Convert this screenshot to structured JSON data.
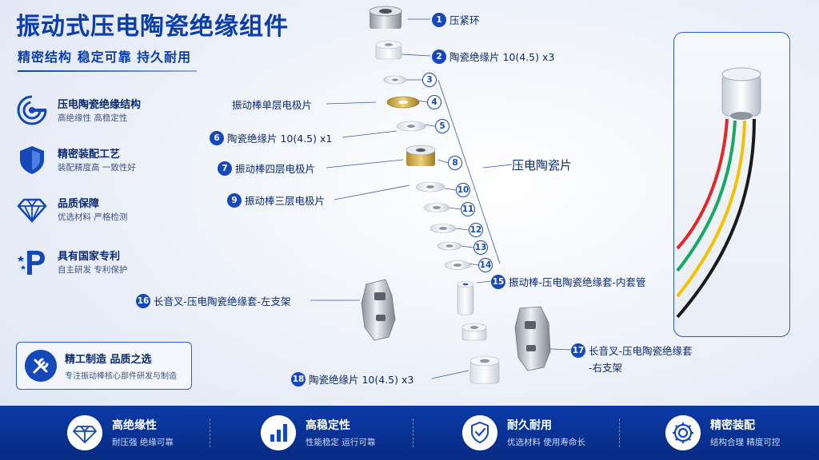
{
  "header": {
    "title": "振动式压电陶瓷绝缘组件",
    "subtitle": "精密结构  稳定可靠  持久耐用"
  },
  "features": [
    {
      "icon": "target-c-icon",
      "title": "压电陶瓷绝缘结构",
      "sub": "高绝缘性  高稳定性"
    },
    {
      "icon": "shield-check-icon",
      "title": "精密装配工艺",
      "sub": "装配精度高  一致性好"
    },
    {
      "icon": "diamond-icon",
      "title": "品质保障",
      "sub": "优选材料  严格检测"
    },
    {
      "icon": "patent-icon",
      "title": "具有国家专利",
      "sub": "自主研发  专利保护"
    }
  ],
  "mfg_box": {
    "icon": "wrench-screwdriver-icon",
    "title": "精工制造  品质之选",
    "sub": "专注振动棒核心部件研发与制造"
  },
  "parts": [
    {
      "num": "1",
      "label": "压紧环"
    },
    {
      "num": "2",
      "label": "陶瓷绝缘片 10(4.5) x3"
    },
    {
      "num": "3",
      "label": ""
    },
    {
      "num": "4",
      "label": "振动棒单层电极片"
    },
    {
      "num": "5",
      "label": ""
    },
    {
      "num": "6",
      "label": "陶瓷绝缘片 10(4.5) x1"
    },
    {
      "num": "7",
      "label": "振动棒四层电极片"
    },
    {
      "num": "8",
      "label": ""
    },
    {
      "num": "9",
      "label": "振动棒三层电极片"
    },
    {
      "num": "10",
      "label": ""
    },
    {
      "num": "11",
      "label": ""
    },
    {
      "num": "12",
      "label": ""
    },
    {
      "num": "13",
      "label": ""
    },
    {
      "num": "14",
      "label": ""
    },
    {
      "num": "15",
      "label": "振动棒-压电陶瓷绝缘套-内套管"
    },
    {
      "num": "16",
      "label": "长音叉-压电陶瓷绝缘套-左支架"
    },
    {
      "num": "17",
      "label": "长音叉-压电陶瓷绝缘套"
    },
    {
      "num": "18",
      "label": "陶瓷绝缘片 10(4.5) x3"
    }
  ],
  "part17_line2": "-右支架",
  "group_label": "压电陶瓷片",
  "bottom": [
    {
      "icon": "diamond-icon",
      "title": "高绝缘性",
      "sub": "耐压强  绝缘可靠"
    },
    {
      "icon": "bar-chart-icon",
      "title": "高稳定性",
      "sub": "性能稳定  运行可靠"
    },
    {
      "icon": "shield-check-icon",
      "title": "耐久耐用",
      "sub": "优选材料  使用寿命长"
    },
    {
      "icon": "gear-icon",
      "title": "精密装配",
      "sub": "结构合理  精度可控"
    }
  ],
  "colors": {
    "brand": "#0b3ea8",
    "bar": "#0a3aa6",
    "wire_red": "#e02828",
    "wire_green": "#18a860",
    "wire_yellow": "#f2c200",
    "wire_black": "#1a1a1a"
  }
}
